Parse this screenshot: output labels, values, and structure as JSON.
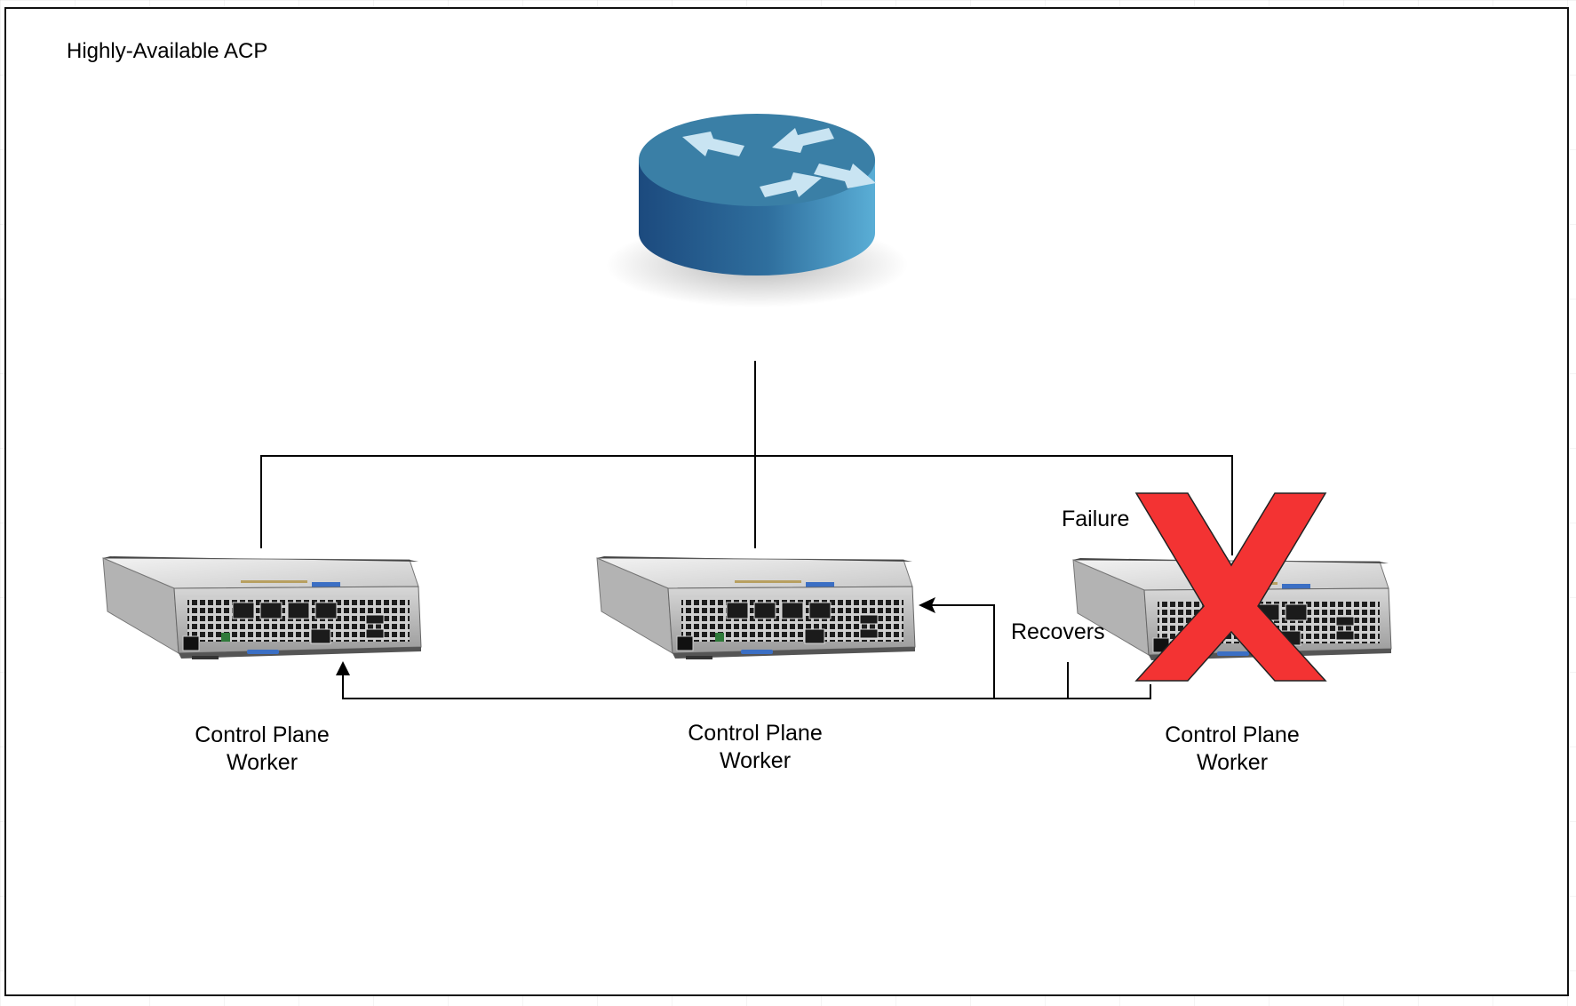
{
  "diagram": {
    "title": "Highly-Available ACP",
    "nodes": [
      {
        "label_line1": "Control Plane",
        "label_line2": "Worker"
      },
      {
        "label_line1": "Control Plane",
        "label_line2": "Worker"
      },
      {
        "label_line1": "Control Plane",
        "label_line2": "Worker"
      }
    ],
    "failure_label": "Failure",
    "recovers_label": "Recovers",
    "router_icon": "router-icon",
    "server_icon": "server-chassis-icon",
    "failure_icon": "x-mark-icon",
    "colors": {
      "router_top": "#3a7fa6",
      "router_side_dark": "#1c4a7e",
      "router_side_light": "#5aaed6",
      "router_arrows": "#c9e4f2",
      "failure_x": "#f33333",
      "lines": "#000000"
    }
  }
}
